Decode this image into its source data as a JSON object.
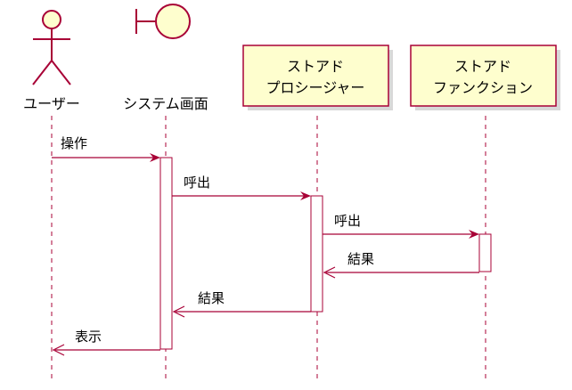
{
  "participants": {
    "user": {
      "label": "ユーザー",
      "type": "actor"
    },
    "screen": {
      "label": "システム画面",
      "type": "boundary"
    },
    "procedure": {
      "line1": "ストアド",
      "line2": "プロシージャー",
      "type": "participant"
    },
    "function": {
      "line1": "ストアド",
      "line2": "ファンクション",
      "type": "participant"
    }
  },
  "messages": [
    {
      "from": "user",
      "to": "screen",
      "label": "操作",
      "kind": "sync"
    },
    {
      "from": "screen",
      "to": "procedure",
      "label": "呼出",
      "kind": "sync"
    },
    {
      "from": "procedure",
      "to": "function",
      "label": "呼出",
      "kind": "sync"
    },
    {
      "from": "function",
      "to": "procedure",
      "label": "結果",
      "kind": "return"
    },
    {
      "from": "procedure",
      "to": "screen",
      "label": "結果",
      "kind": "return"
    },
    {
      "from": "screen",
      "to": "user",
      "label": "表示",
      "kind": "return"
    }
  ],
  "colors": {
    "border": "#a80036",
    "fill": "#fefece",
    "shadow": "#d8d8d8"
  }
}
